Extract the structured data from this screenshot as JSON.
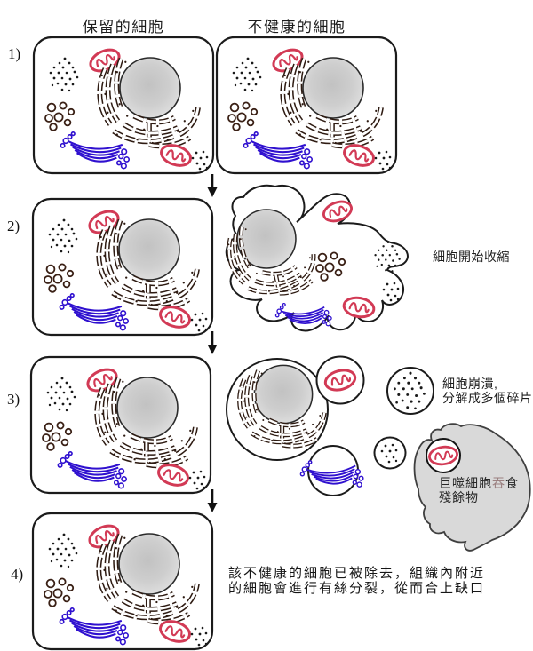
{
  "figure": {
    "column_headers": {
      "left": "保留的細胞",
      "right": "不健康的細胞"
    },
    "steps": [
      {
        "label": "1)"
      },
      {
        "label": "2)",
        "annotation": "細胞開始收縮"
      },
      {
        "label": "3)",
        "annotation_line1": "細胞崩潰,",
        "annotation_line2": "分解成多個碎片",
        "macrophage_caption": {
          "part1": "巨噬細胞",
          "part2": "吞",
          "part3": "食",
          "line2": "殘餘物"
        }
      },
      {
        "label": "4)",
        "caption_line1": "該不健康的細胞已被除去，組織內附近",
        "caption_line2": "的細胞會進行有絲分裂，從而合上缺口"
      }
    ],
    "colors": {
      "outline": "#1b1b1b",
      "mitochondrion": "#d23a55",
      "golgi": "#2f10cf",
      "endoplasmic_reticulum": "#2e1b12",
      "nucleus_fill": "#cfcfcf",
      "macrophage_fill": "#d9d9d9"
    },
    "icons": [
      "cell-membrane",
      "nucleus-icon",
      "mitochondrion-icon",
      "golgi-apparatus-icon",
      "endoplasmic-reticulum-icon",
      "ribosome-dots-icon",
      "vesicles-icon",
      "macrophage-shape",
      "arrow-down-icon"
    ]
  }
}
